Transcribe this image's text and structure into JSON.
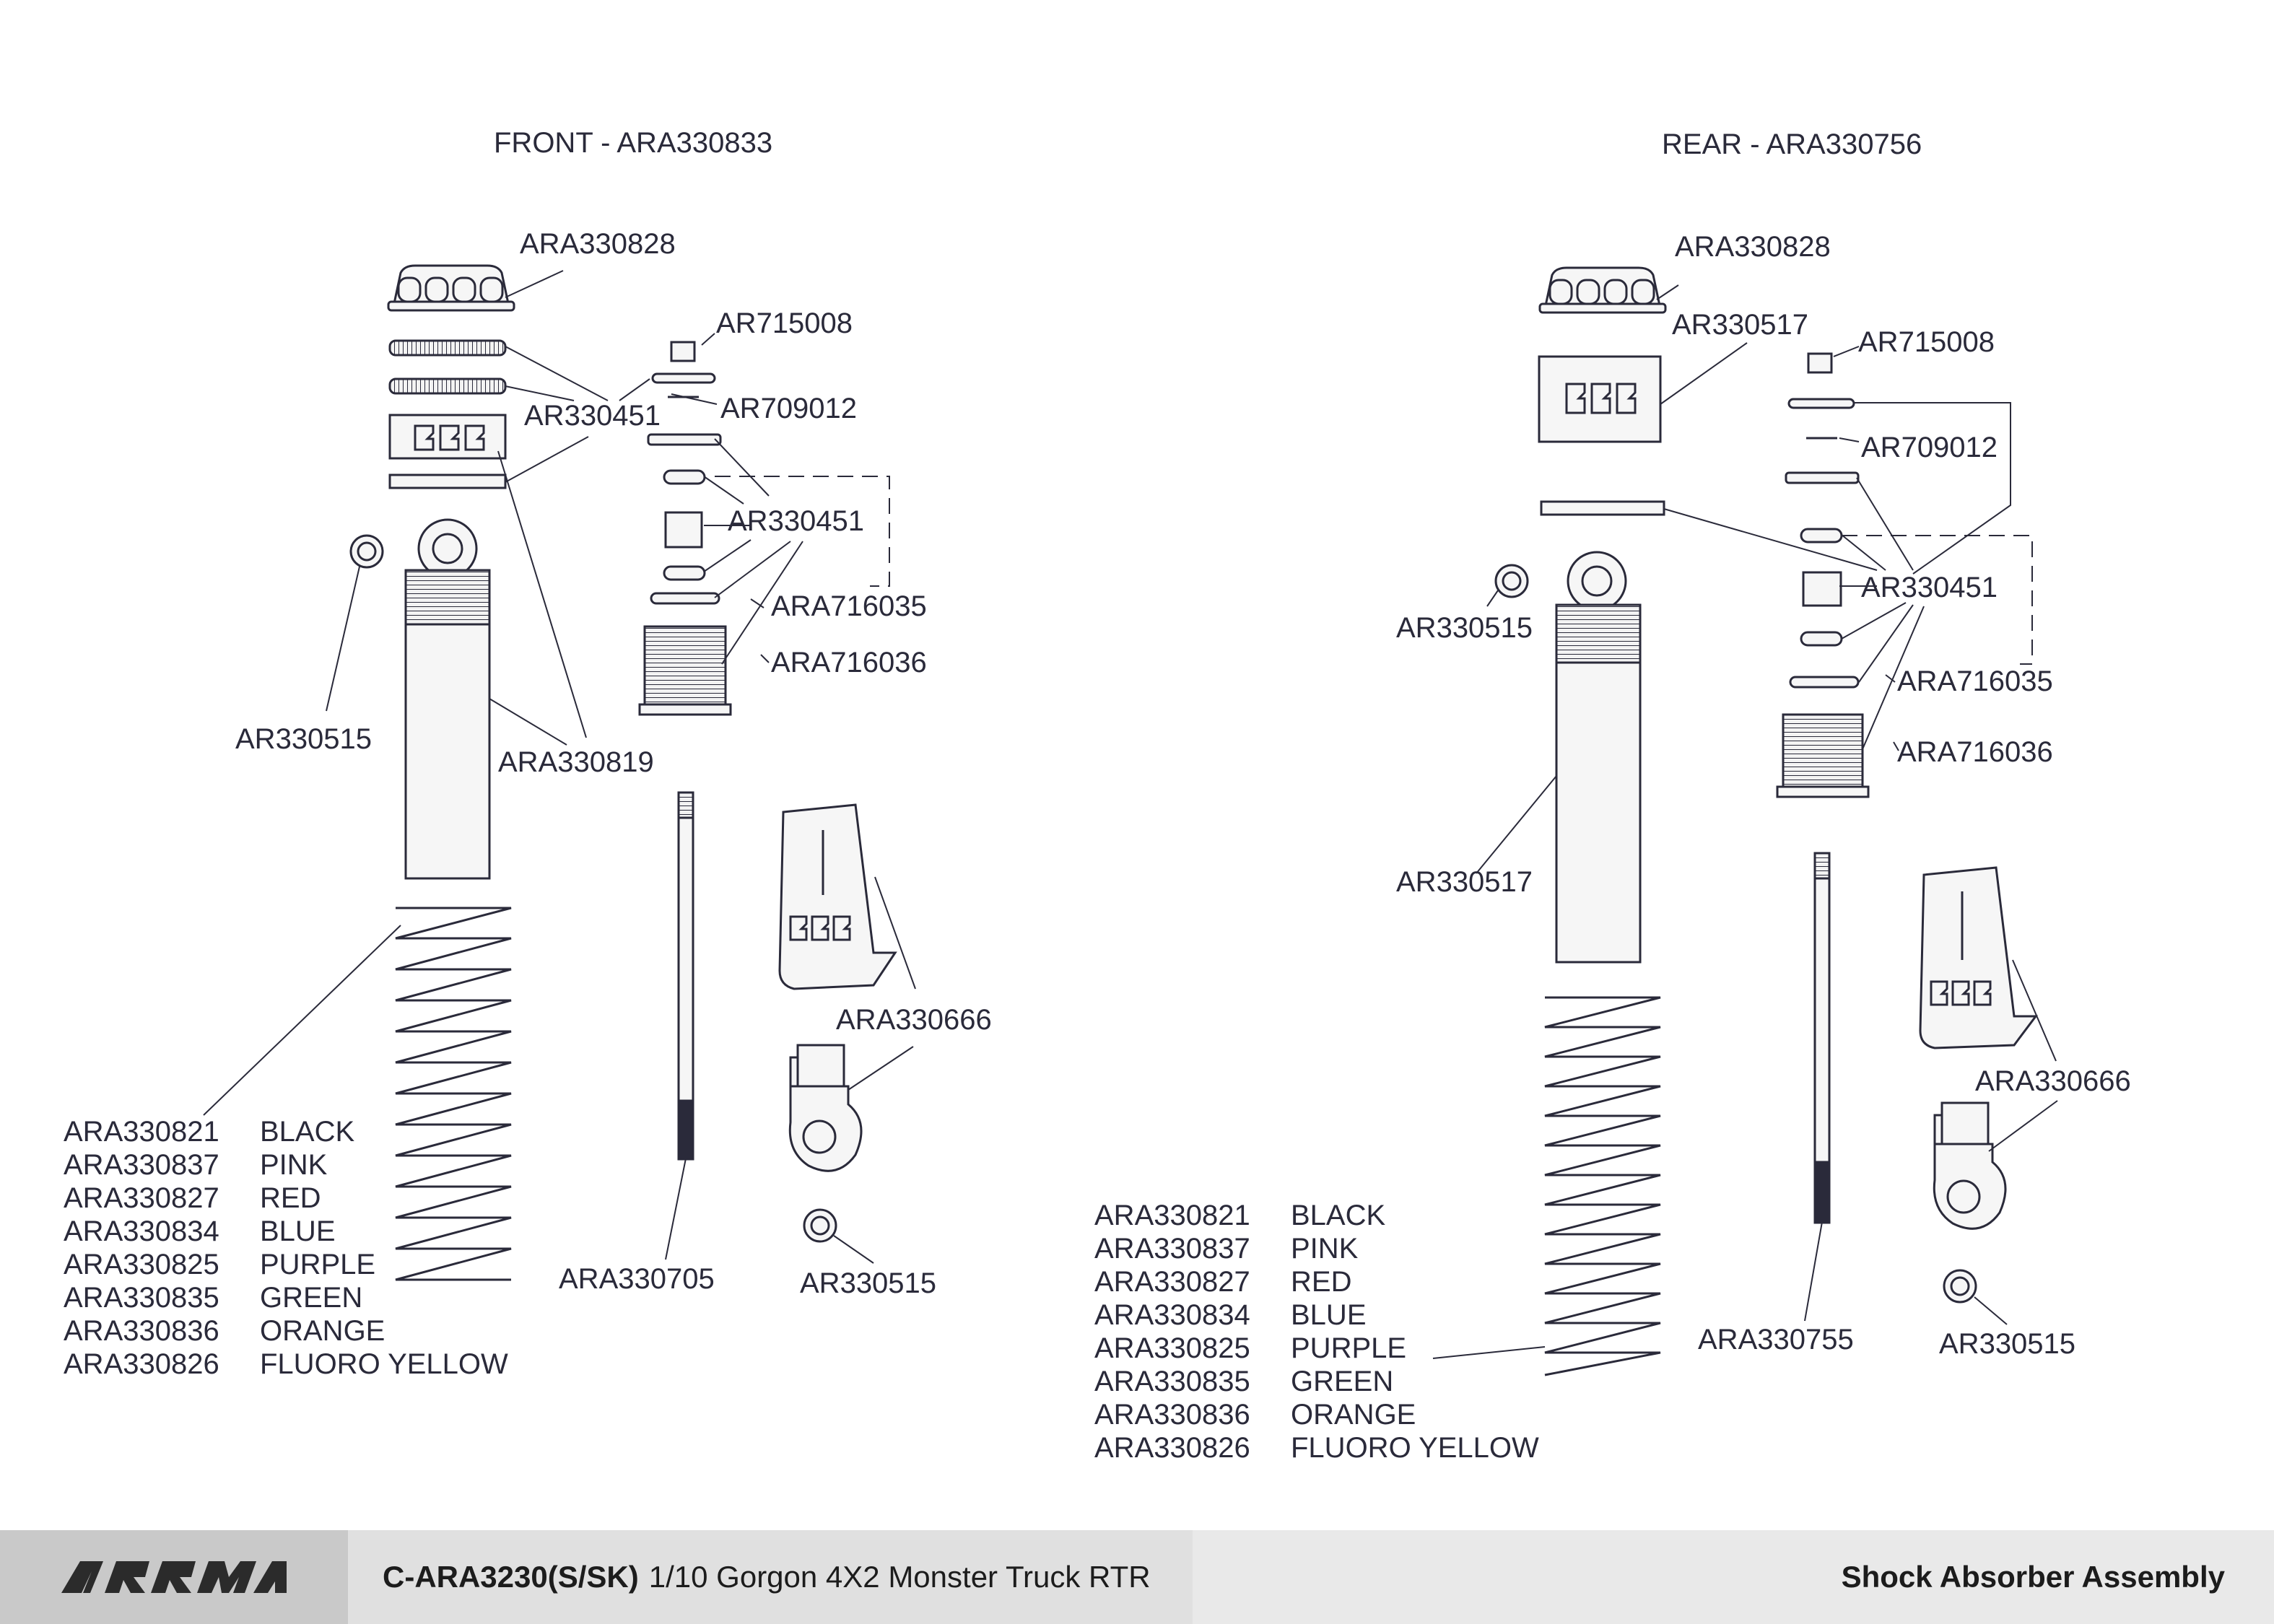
{
  "front": {
    "title": "FRONT - ARA330833",
    "labels": {
      "cap": "ARA330828",
      "bleeder_screw": "AR715008",
      "oring_small": "AR709012",
      "collar": "AR330451",
      "piston_parts": "AR330451",
      "ara716035": "ARA716035",
      "ara716036": "ARA716036",
      "ball_top": "AR330515",
      "body": "ARA330819",
      "shaft": "ARA330705",
      "boot": "ARA330666",
      "ball_bottom": "AR330515"
    },
    "springs": [
      {
        "part": "ARA330821",
        "color": "BLACK"
      },
      {
        "part": "ARA330837",
        "color": "PINK"
      },
      {
        "part": "ARA330827",
        "color": "RED"
      },
      {
        "part": "ARA330834",
        "color": "BLUE"
      },
      {
        "part": "ARA330825",
        "color": "PURPLE"
      },
      {
        "part": "ARA330835",
        "color": "GREEN"
      },
      {
        "part": "ARA330836",
        "color": "ORANGE"
      },
      {
        "part": "ARA330826",
        "color": "FLUORO YELLOW"
      }
    ]
  },
  "rear": {
    "title": "REAR - ARA330756",
    "labels": {
      "cap": "ARA330828",
      "collar": "AR330517",
      "bleeder_screw": "AR715008",
      "oring_small": "AR709012",
      "piston_parts": "AR330451",
      "ara716035": "ARA716035",
      "ara716036": "ARA716036",
      "ball_top": "AR330515",
      "body": "AR330517",
      "shaft": "ARA330755",
      "boot": "ARA330666",
      "ball_bottom": "AR330515"
    },
    "springs": [
      {
        "part": "ARA330821",
        "color": "BLACK"
      },
      {
        "part": "ARA330837",
        "color": "PINK"
      },
      {
        "part": "ARA330827",
        "color": "RED"
      },
      {
        "part": "ARA330834",
        "color": "BLUE"
      },
      {
        "part": "ARA330825",
        "color": "PURPLE"
      },
      {
        "part": "ARA330835",
        "color": "GREEN"
      },
      {
        "part": "ARA330836",
        "color": "ORANGE"
      },
      {
        "part": "ARA330826",
        "color": "FLUORO YELLOW"
      }
    ]
  },
  "footer": {
    "logo_text": "ARRMA",
    "model_code": "C-ARA3230(S/SK)",
    "model_name": "1/10 Gorgon 4X2 Monster Truck RTR",
    "section": "Shock Absorber Assembly"
  },
  "colors": {
    "line": "#2a2a3a",
    "part_fill": "#f3f3f3",
    "footer_logo_bg": "#c9c9c9",
    "footer_mid_bg": "#e0e0e0",
    "footer_right_bg": "#e9e9e9"
  }
}
